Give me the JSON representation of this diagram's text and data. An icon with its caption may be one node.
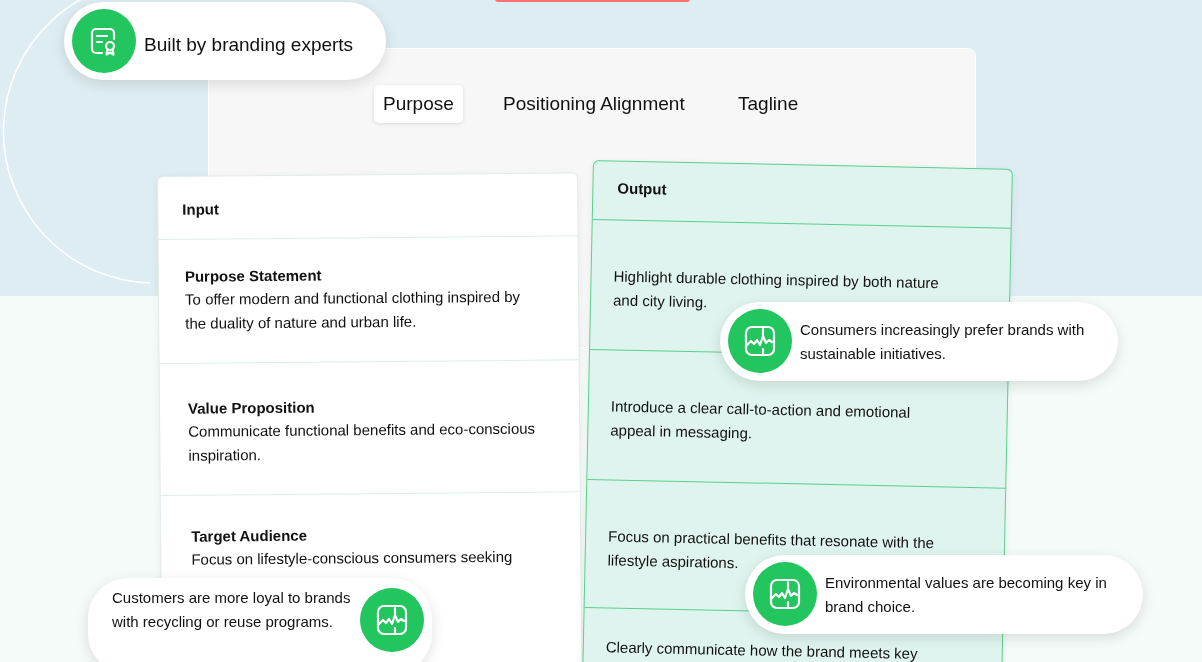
{
  "diagram": {
    "nodes": [
      {
        "text": [
          "Built by branding experts"
        ]
      },
      {
        "text": [
          "Input"
        ]
      },
      {
        "text": [
          "Purpose Statement",
          "To offer modern and functional clothing inspired by the duality of nature and urban life."
        ],
        "in": 1
      },
      {
        "text": [
          "Value Proposition",
          "Communicate functional benefits and eco-conscious inspiration."
        ],
        "in": 1
      },
      {
        "text": [
          "Target Audience",
          "Focus on lifestyle-conscious consumers seeking"
        ],
        "in": 1
      },
      {
        "text": [
          "Output"
        ]
      },
      {
        "text": [
          "Highlight durable clothing inspired by both nature and city living."
        ],
        "in": 5
      },
      {
        "text": [
          "Introduce a clear call-to-action and emotional appeal in messaging."
        ],
        "in": 5
      },
      {
        "text": [
          "Focus on practical benefits that resonate with the lifestyle aspirations."
        ],
        "in": 5
      },
      {
        "text": [
          "Clearly communicate how the brand meets key"
        ],
        "in": 5
      },
      {
        "text": [
          "Consumers increasingly prefer brands with sustainable initiatives."
        ]
      },
      {
        "text": [
          "Customers are more loyal to brands with recycling or reuse programs."
        ]
      },
      {
        "text": [
          "Environmental values are becoming key in brand choice."
        ]
      }
    ],
    "labels": [
      "Purpose",
      "Positioning Alignment",
      "Tagline"
    ]
  }
}
